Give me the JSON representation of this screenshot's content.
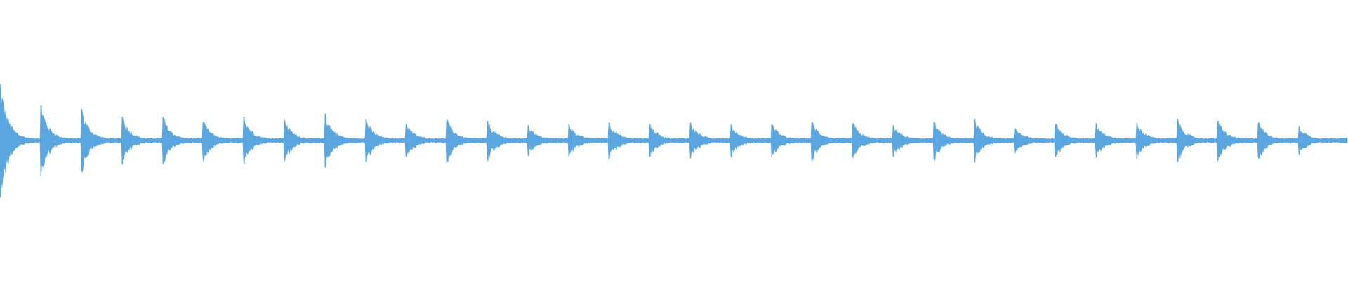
{
  "waveform": {
    "color": "#5aa6e0",
    "background": "#ffffff",
    "pulse_count": 33,
    "baseline_level": 0.04,
    "pulses": [
      {
        "peak": 1.0,
        "down": 1.0
      },
      {
        "peak": 0.62,
        "down": 0.55
      },
      {
        "peak": 0.56,
        "down": 0.55
      },
      {
        "peak": 0.42,
        "down": 0.42
      },
      {
        "peak": 0.42,
        "down": 0.42
      },
      {
        "peak": 0.33,
        "down": 0.33
      },
      {
        "peak": 0.42,
        "down": 0.42
      },
      {
        "peak": 0.36,
        "down": 0.36
      },
      {
        "peak": 0.48,
        "down": 0.48
      },
      {
        "peak": 0.38,
        "down": 0.38
      },
      {
        "peak": 0.3,
        "down": 0.3
      },
      {
        "peak": 0.37,
        "down": 0.37
      },
      {
        "peak": 0.35,
        "down": 0.35
      },
      {
        "peak": 0.27,
        "down": 0.27
      },
      {
        "peak": 0.3,
        "down": 0.3
      },
      {
        "peak": 0.32,
        "down": 0.32
      },
      {
        "peak": 0.29,
        "down": 0.29
      },
      {
        "peak": 0.32,
        "down": 0.32
      },
      {
        "peak": 0.28,
        "down": 0.28
      },
      {
        "peak": 0.3,
        "down": 0.3
      },
      {
        "peak": 0.33,
        "down": 0.33
      },
      {
        "peak": 0.31,
        "down": 0.31
      },
      {
        "peak": 0.27,
        "down": 0.27
      },
      {
        "peak": 0.33,
        "down": 0.33
      },
      {
        "peak": 0.38,
        "down": 0.38
      },
      {
        "peak": 0.22,
        "down": 0.22
      },
      {
        "peak": 0.3,
        "down": 0.3
      },
      {
        "peak": 0.31,
        "down": 0.31
      },
      {
        "peak": 0.31,
        "down": 0.31
      },
      {
        "peak": 0.38,
        "down": 0.38
      },
      {
        "peak": 0.35,
        "down": 0.35
      },
      {
        "peak": 0.32,
        "down": 0.32
      },
      {
        "peak": 0.25,
        "down": 0.25
      }
    ]
  }
}
